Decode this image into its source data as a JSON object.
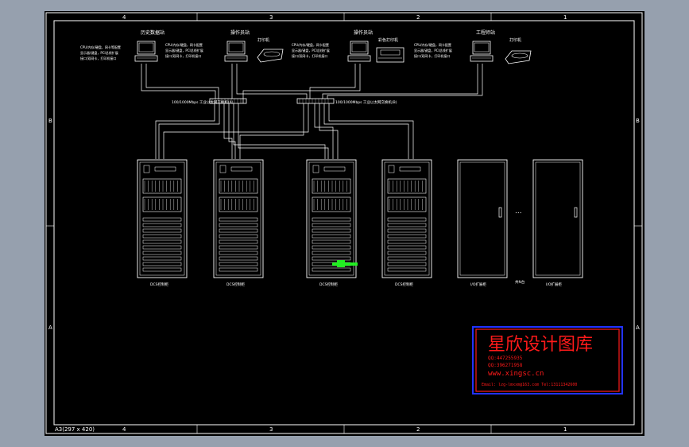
{
  "sheet": {
    "zone_numbers_top": [
      "4",
      "3",
      "2",
      "1"
    ],
    "zone_numbers_bottom": [
      "4",
      "3",
      "2",
      "1"
    ],
    "zone_letters_left": [
      "B",
      "A"
    ],
    "zone_letters_right": [
      "B",
      "A"
    ],
    "size_label": "A3(297 x 420)"
  },
  "stations": [
    {
      "title": "历史数据站",
      "desc": [
        "CPU/内存/硬盘，网卡等配置",
        "显示器/键盘，PCI总线扩展",
        "接口/双网卡，打印机接口"
      ]
    },
    {
      "title": "操作员站",
      "desc": [
        "CPU/内存/硬盘，网卡配置",
        "显示器/键盘，PCI总线扩展",
        "接口/双网卡，打印机接口"
      ]
    },
    {
      "title": "打印机",
      "desc": []
    },
    {
      "title": "操作员站",
      "desc": [
        "CPU/内存/硬盘，网卡配置",
        "显示器/键盘，PCI总线扩展",
        "接口/双网卡，打印机接口"
      ]
    },
    {
      "title": "彩色打印机",
      "desc": []
    },
    {
      "title": "工程师站",
      "desc": [
        "CPU/内存/硬盘，网卡配置",
        "显示器/键盘，PCI总线扩展",
        "接口/双网卡，打印机接口"
      ]
    },
    {
      "title": "打印机",
      "desc": []
    }
  ],
  "switches": [
    "100/1000Mbps 工业以太网交换机(A)",
    "100/1000Mbps 工业以太网交换机(B)"
  ],
  "cabinets": [
    {
      "label": "DCS控制柜"
    },
    {
      "label": "DCS控制柜"
    },
    {
      "label": "DCS控制柜"
    },
    {
      "label": "DCS控制柜"
    },
    {
      "label": "I/O扩展柜"
    },
    {
      "label": "I/O扩展柜"
    }
  ],
  "ellipsis_label": "...",
  "ellipsis_caption": "共N台",
  "watermark": {
    "title": "星欣设计图库",
    "qq1": "QQ:447255935",
    "qq2": "QQ:396271958",
    "url": "www.xingsc.cn",
    "contact": "Email: lzg-lmxxm@163.com  Tel:13111342600"
  },
  "colors": {
    "background_outer": "#96a0ae",
    "sheet": "#000000",
    "lines": "#ffffff",
    "watermark_red": "#ff1a1a",
    "watermark_blue": "#2233ff",
    "highlight_green": "#22ee22"
  }
}
